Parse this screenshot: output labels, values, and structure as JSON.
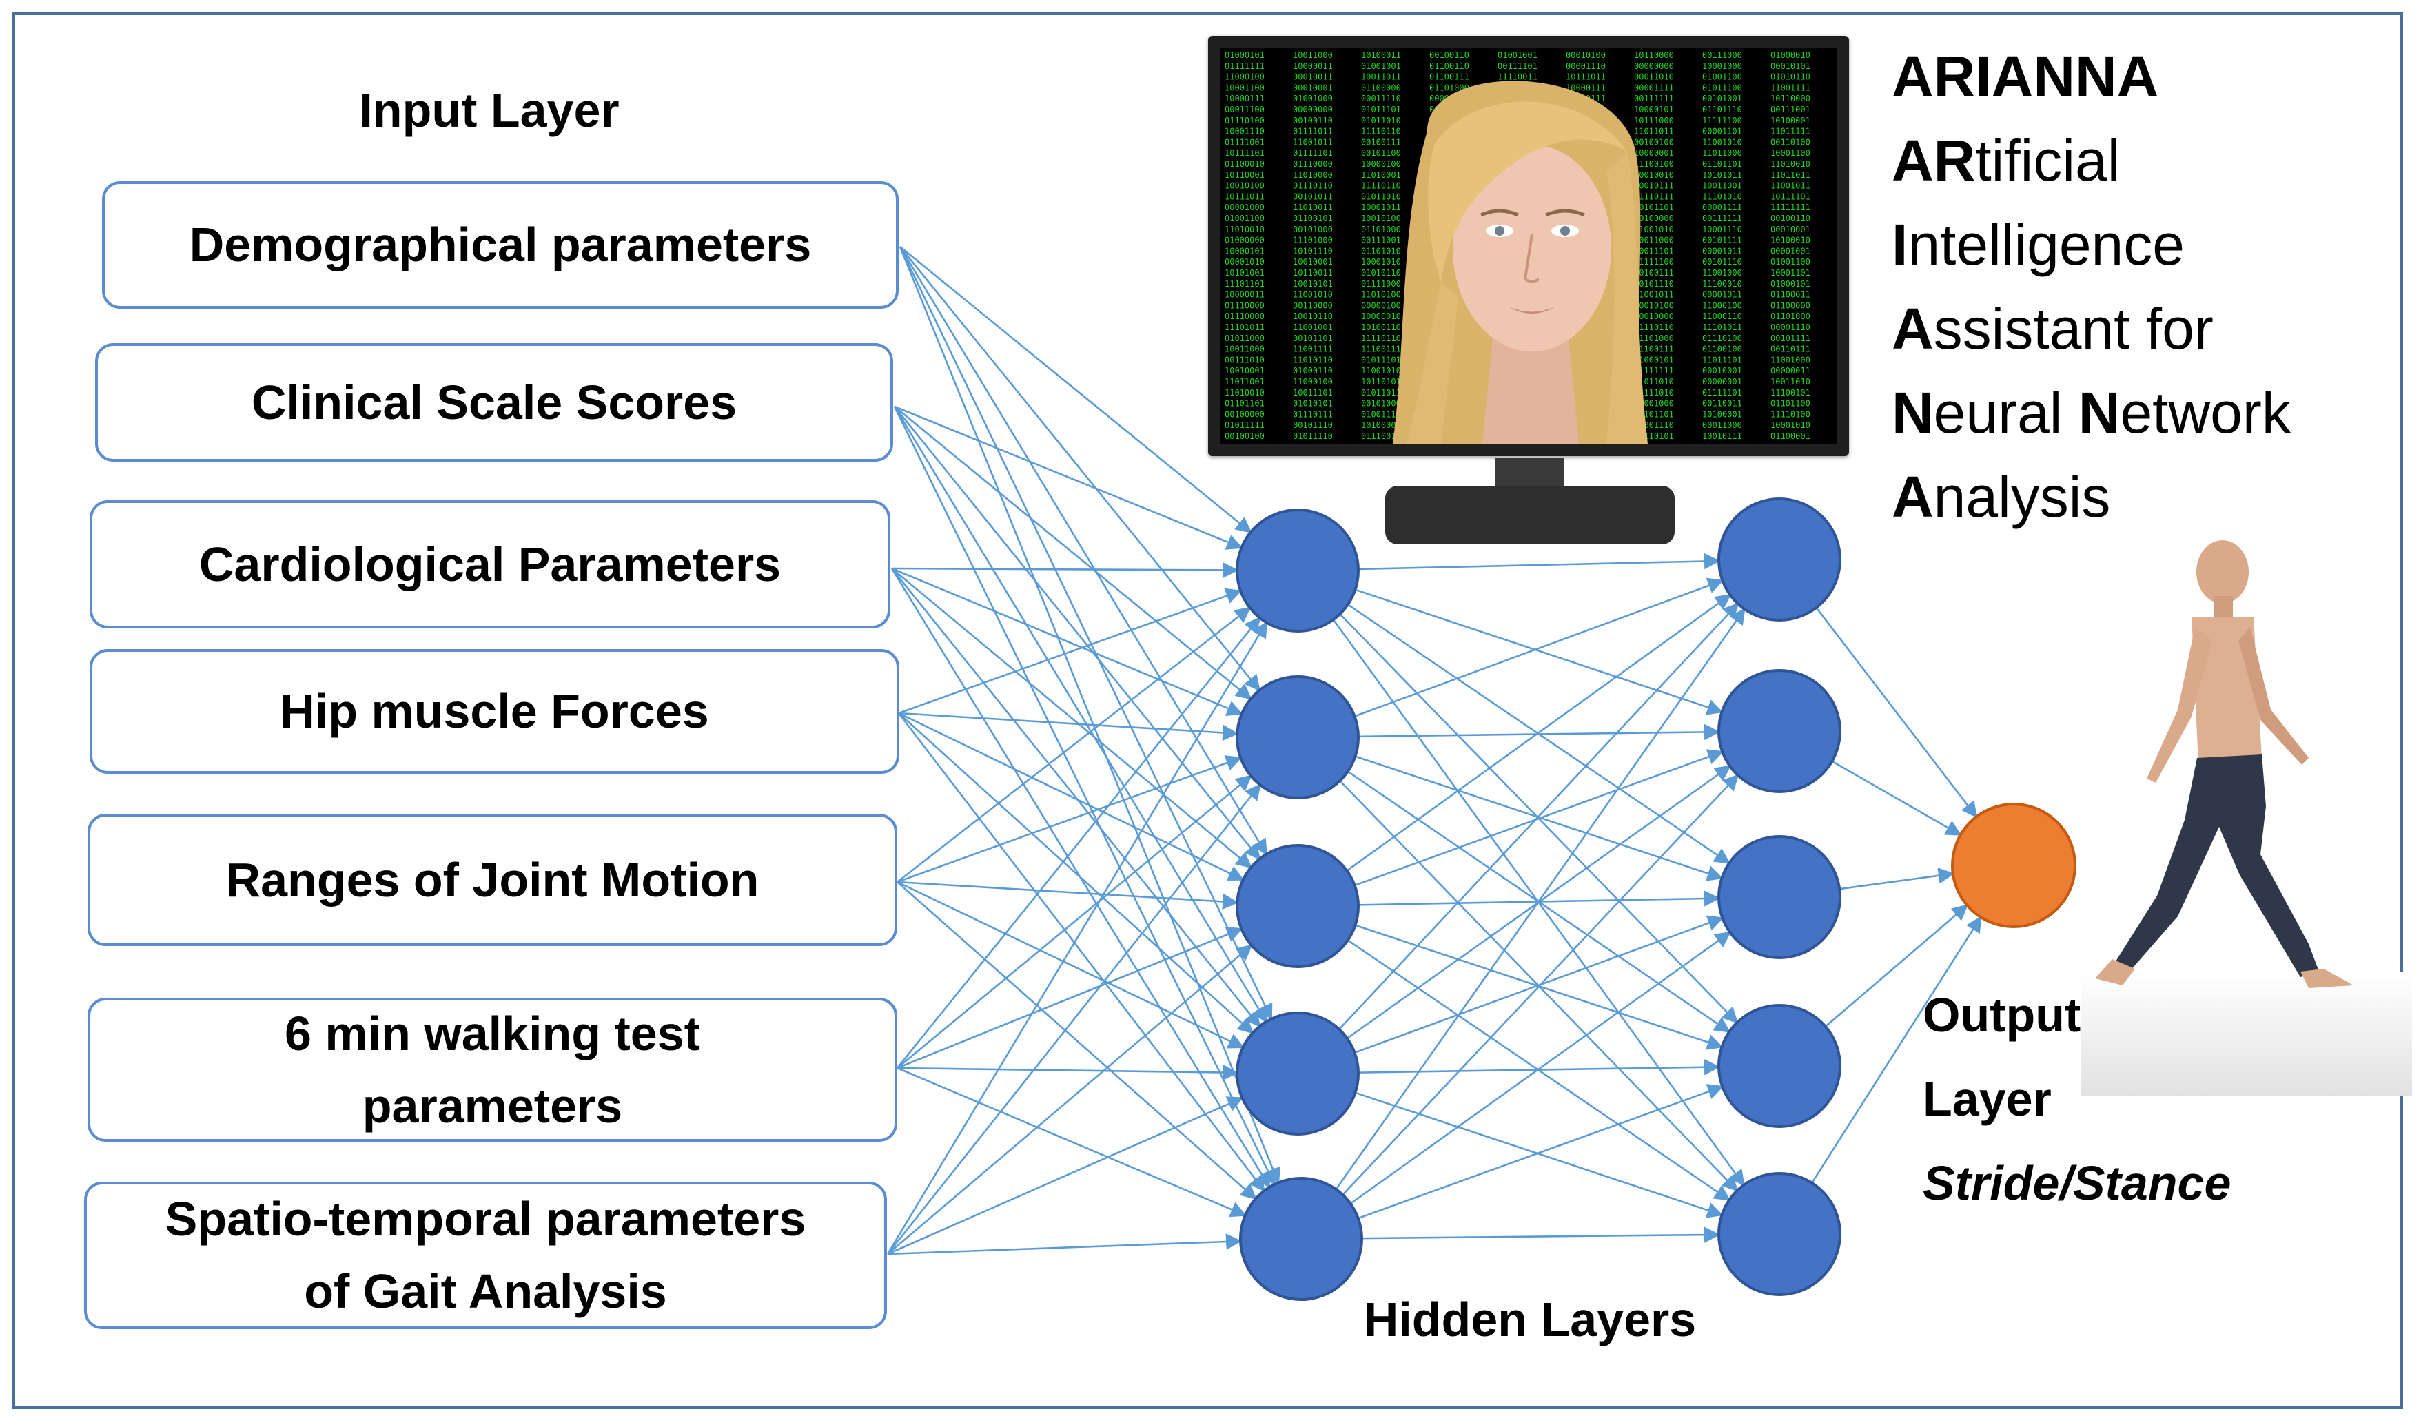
{
  "labels": {
    "input_layer": "Input Layer",
    "hidden_layers": "Hidden Layers",
    "output_layer_line1": "Output",
    "output_layer_line2": "Layer",
    "output_value": "Stride/Stance"
  },
  "inputs": [
    {
      "line1": "Demographical parameters",
      "line2": ""
    },
    {
      "line1": "Clinical Scale Scores",
      "line2": ""
    },
    {
      "line1": "Cardiological Parameters",
      "line2": ""
    },
    {
      "line1": "Hip muscle Forces",
      "line2": ""
    },
    {
      "line1": "Ranges of Joint Motion",
      "line2": ""
    },
    {
      "line1": "6 min walking test",
      "line2": "parameters"
    },
    {
      "line1": "Spatio-temporal parameters",
      "line2": "of Gait Analysis"
    }
  ],
  "arianna": {
    "title": "ARIANNA",
    "lines": [
      {
        "bold": "AR",
        "rest": "tificial"
      },
      {
        "bold": "I",
        "rest": "ntelligence"
      },
      {
        "bold": "A",
        "rest": "ssistant for"
      },
      {
        "bold": "N",
        "rest": "eural ",
        "bold2": "N",
        "rest2": "etwork"
      },
      {
        "bold": "A",
        "rest": "nalysis"
      }
    ]
  },
  "colors": {
    "node_fill": "#4472c4",
    "node_stroke": "#2f5597",
    "output_fill": "#ed7d31",
    "edge": "#5b9bd5",
    "box_border": "#5b8ccf",
    "frame": "#4a6f9a",
    "matrix_text": "#1fd31f"
  },
  "icons": {
    "monitor": "computer-monitor-icon",
    "avatar": "female-avatar-face",
    "walker": "walking-man-figure"
  }
}
